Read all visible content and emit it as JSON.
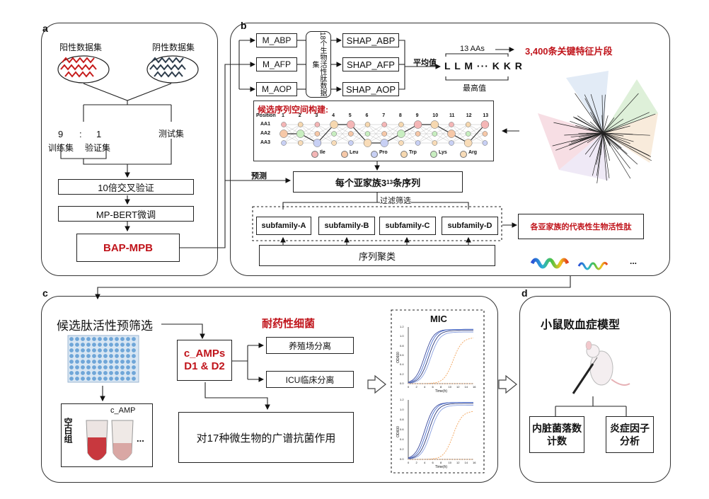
{
  "panels": {
    "a": "a",
    "b": "b",
    "c": "c",
    "d": "d"
  },
  "panel_a": {
    "positive_label": "阳性数据集",
    "negative_label": "阴性数据集",
    "ratio_9": "9",
    "ratio_colon": ":",
    "ratio_1": "1",
    "train_label": "训练集",
    "val_label": "验证集",
    "test_label": "测试集",
    "cv_label": "10倍交叉验证",
    "finetune_label": "MP-BERT微调",
    "model_label": "BAP-MPB"
  },
  "panel_b": {
    "m_abp": "M_ABP",
    "m_afp": "M_AFP",
    "m_aop": "M_AOP",
    "vertical_box": "18个生物活性肽数据集",
    "shap_abp": "SHAP_ABP",
    "shap_afp": "SHAP_AFP",
    "shap_aop": "SHAP_AOP",
    "mean_label": "平均值",
    "aa_count": "13 AAs",
    "sequence": "L L M ··· K K R",
    "max_label": "最高值",
    "key_fragments": "3,400条关键特征片段",
    "grid_title": "候选序列空间构建:",
    "position_label": "Position",
    "positions": [
      "1",
      "2",
      "3",
      "4",
      "5",
      "6",
      "7",
      "8",
      "9",
      "10",
      "11",
      "12",
      "13"
    ],
    "aa_rows": [
      "AA1",
      "AA2",
      "AA3"
    ],
    "legend": [
      {
        "name": "Ile",
        "color": "#f4b6b6"
      },
      {
        "name": "Leu",
        "color": "#f6c8a8"
      },
      {
        "name": "Pro",
        "color": "#c8d0f4"
      },
      {
        "name": "Trp",
        "color": "#f6d8b0"
      },
      {
        "name": "Lys",
        "color": "#c8eec0"
      },
      {
        "name": "Arg",
        "color": "#f8dcb8"
      }
    ],
    "predict_label": "预测",
    "per_subfamily": "每个亚家族3",
    "per_subfamily_sup": "13",
    "per_subfamily_tail": "条序列",
    "filter_label": "过滤筛选",
    "subfamilies": [
      "subfamily-A",
      "subfamily-B",
      "subfamily-C",
      "subfamily-D"
    ],
    "representative": "各亚家族的代表性生物活性肽",
    "cluster_label": "序列聚类",
    "ellipsis": "..."
  },
  "panel_c": {
    "prescreen": "候选肽活性预筛选",
    "candidates_line1": "c_AMPs",
    "candidates_line2": "D1 & D2",
    "resistant": "耐药性细菌",
    "farm": "养殖场分离",
    "icu": "ICU临床分离",
    "broad": "对17种微生物的广谱抗菌作用",
    "tube_left": "空白组",
    "tube_right": "c_AMP",
    "ellipsis": "...",
    "mic_title": "MIC",
    "y_ticks": [
      "1.2",
      "1.0",
      "0.8",
      "0.6",
      "0.4",
      "0.2",
      "0.0"
    ],
    "x_ticks": [
      "0",
      "2",
      "4",
      "6",
      "8",
      "10",
      "12",
      "14",
      "16"
    ],
    "x_label": "Time(h)",
    "y_label": "OD600"
  },
  "panel_d": {
    "title": "小鼠败血症模型",
    "organ_line1": "内脏菌落数",
    "organ_line2": "计数",
    "cytokine_line1": "炎症因子",
    "cytokine_line2": "分析"
  }
}
